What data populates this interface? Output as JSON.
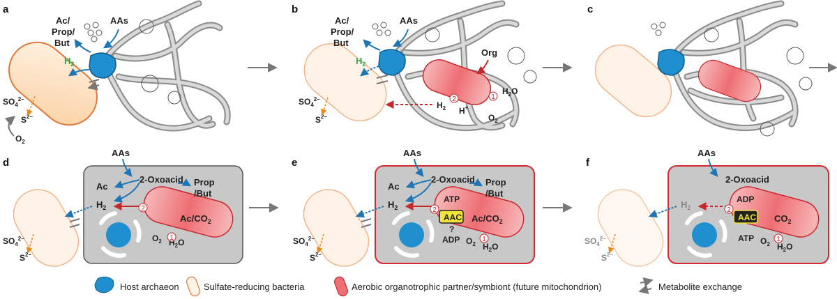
{
  "panels": [
    "a",
    "b",
    "c",
    "d",
    "e",
    "f"
  ],
  "labels": {
    "ac_prop_but": [
      "Ac/",
      "Prop/",
      "But"
    ],
    "aas": "AAs",
    "h2": "H",
    "h2_sub": "2",
    "so4": "SO",
    "so4_sub": "4",
    "so4_sup": "2–",
    "s2": "S",
    "s2_sup": "2–",
    "o2": "O",
    "o2_sub": "2",
    "org": "Org",
    "h2o": "H",
    "h2o_sub": "2",
    "h2o_o": "O",
    "hplus": "H",
    "hplus_sup": "+",
    "oxoacid": "2-Oxoacid",
    "ac": "Ac",
    "prop_but": [
      "Prop",
      "/But"
    ],
    "ac_co2": "Ac/CO",
    "co2": "CO",
    "atp": "ATP",
    "adp": "ADP",
    "aac": "AAC",
    "question": "?",
    "step1": "1",
    "step2": "2"
  },
  "legend": [
    {
      "icon": "host-archaeon-icon",
      "text": "Host archaeon"
    },
    {
      "icon": "sulfate-reducing-bacteria-icon",
      "text": "Sulfate-reducing bacteria"
    },
    {
      "icon": "aerobic-partner-icon",
      "text": "Aerobic organotrophic partner/symbiont (future mitochondrion)"
    },
    {
      "icon": "metabolite-exchange-icon",
      "text": "Metabolite exchange"
    }
  ],
  "colors": {
    "archaeon": "#1f8fcf",
    "bacteria_fill": "#fde3c7",
    "bacteria_outline": "#e0783a",
    "partner_fill": "#f08a8c",
    "partner_outline": "#c7282d",
    "cell_grey": "#c8c8c8",
    "box_red_outline": "#d7282f",
    "aac_fill": "#f2e53a",
    "green_h2": "#2aa84a",
    "blue_arrow": "#1f76b4",
    "orange_arrow": "#e48a1e"
  }
}
